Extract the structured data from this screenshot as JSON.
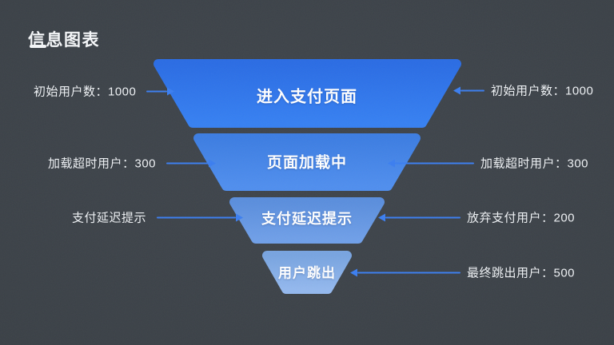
{
  "title": "信息图表",
  "colors": {
    "background": "#3a4046",
    "arrow": "#3b7ef0",
    "text": "#eef1f4",
    "segment_1": "#2e6fe6",
    "segment_2": "#4285ea",
    "segment_3": "#6496e2",
    "segment_4": "#85adе8"
  },
  "funnel": {
    "segments": [
      {
        "label": "进入支付页面"
      },
      {
        "label": "页面加载中"
      },
      {
        "label": "支付延迟提示"
      },
      {
        "label": "用户跳出"
      }
    ]
  },
  "left_labels": [
    {
      "text": "初始用户数：1000"
    },
    {
      "text": "加载超时用户：300"
    },
    {
      "text": "支付延迟提示"
    }
  ],
  "right_labels": [
    {
      "text": "初始用户数：1000"
    },
    {
      "text": "加载超时用户：300"
    },
    {
      "text": "放弃支付用户：200"
    },
    {
      "text": "最终跳出用户：500"
    }
  ],
  "chart_data": {
    "type": "funnel",
    "title": "信息图表",
    "stages": [
      {
        "label": "进入支付页面",
        "left_annotation": "初始用户数：1000",
        "right_annotation": "初始用户数：1000",
        "value": 1000
      },
      {
        "label": "页面加载中",
        "left_annotation": "加载超时用户：300",
        "right_annotation": "加载超时用户：300",
        "value": 300
      },
      {
        "label": "支付延迟提示",
        "left_annotation": "支付延迟提示",
        "right_annotation": "放弃支付用户：200",
        "value": 200
      },
      {
        "label": "用户跳出",
        "right_annotation": "最终跳出用户：500",
        "value": 500
      }
    ]
  }
}
